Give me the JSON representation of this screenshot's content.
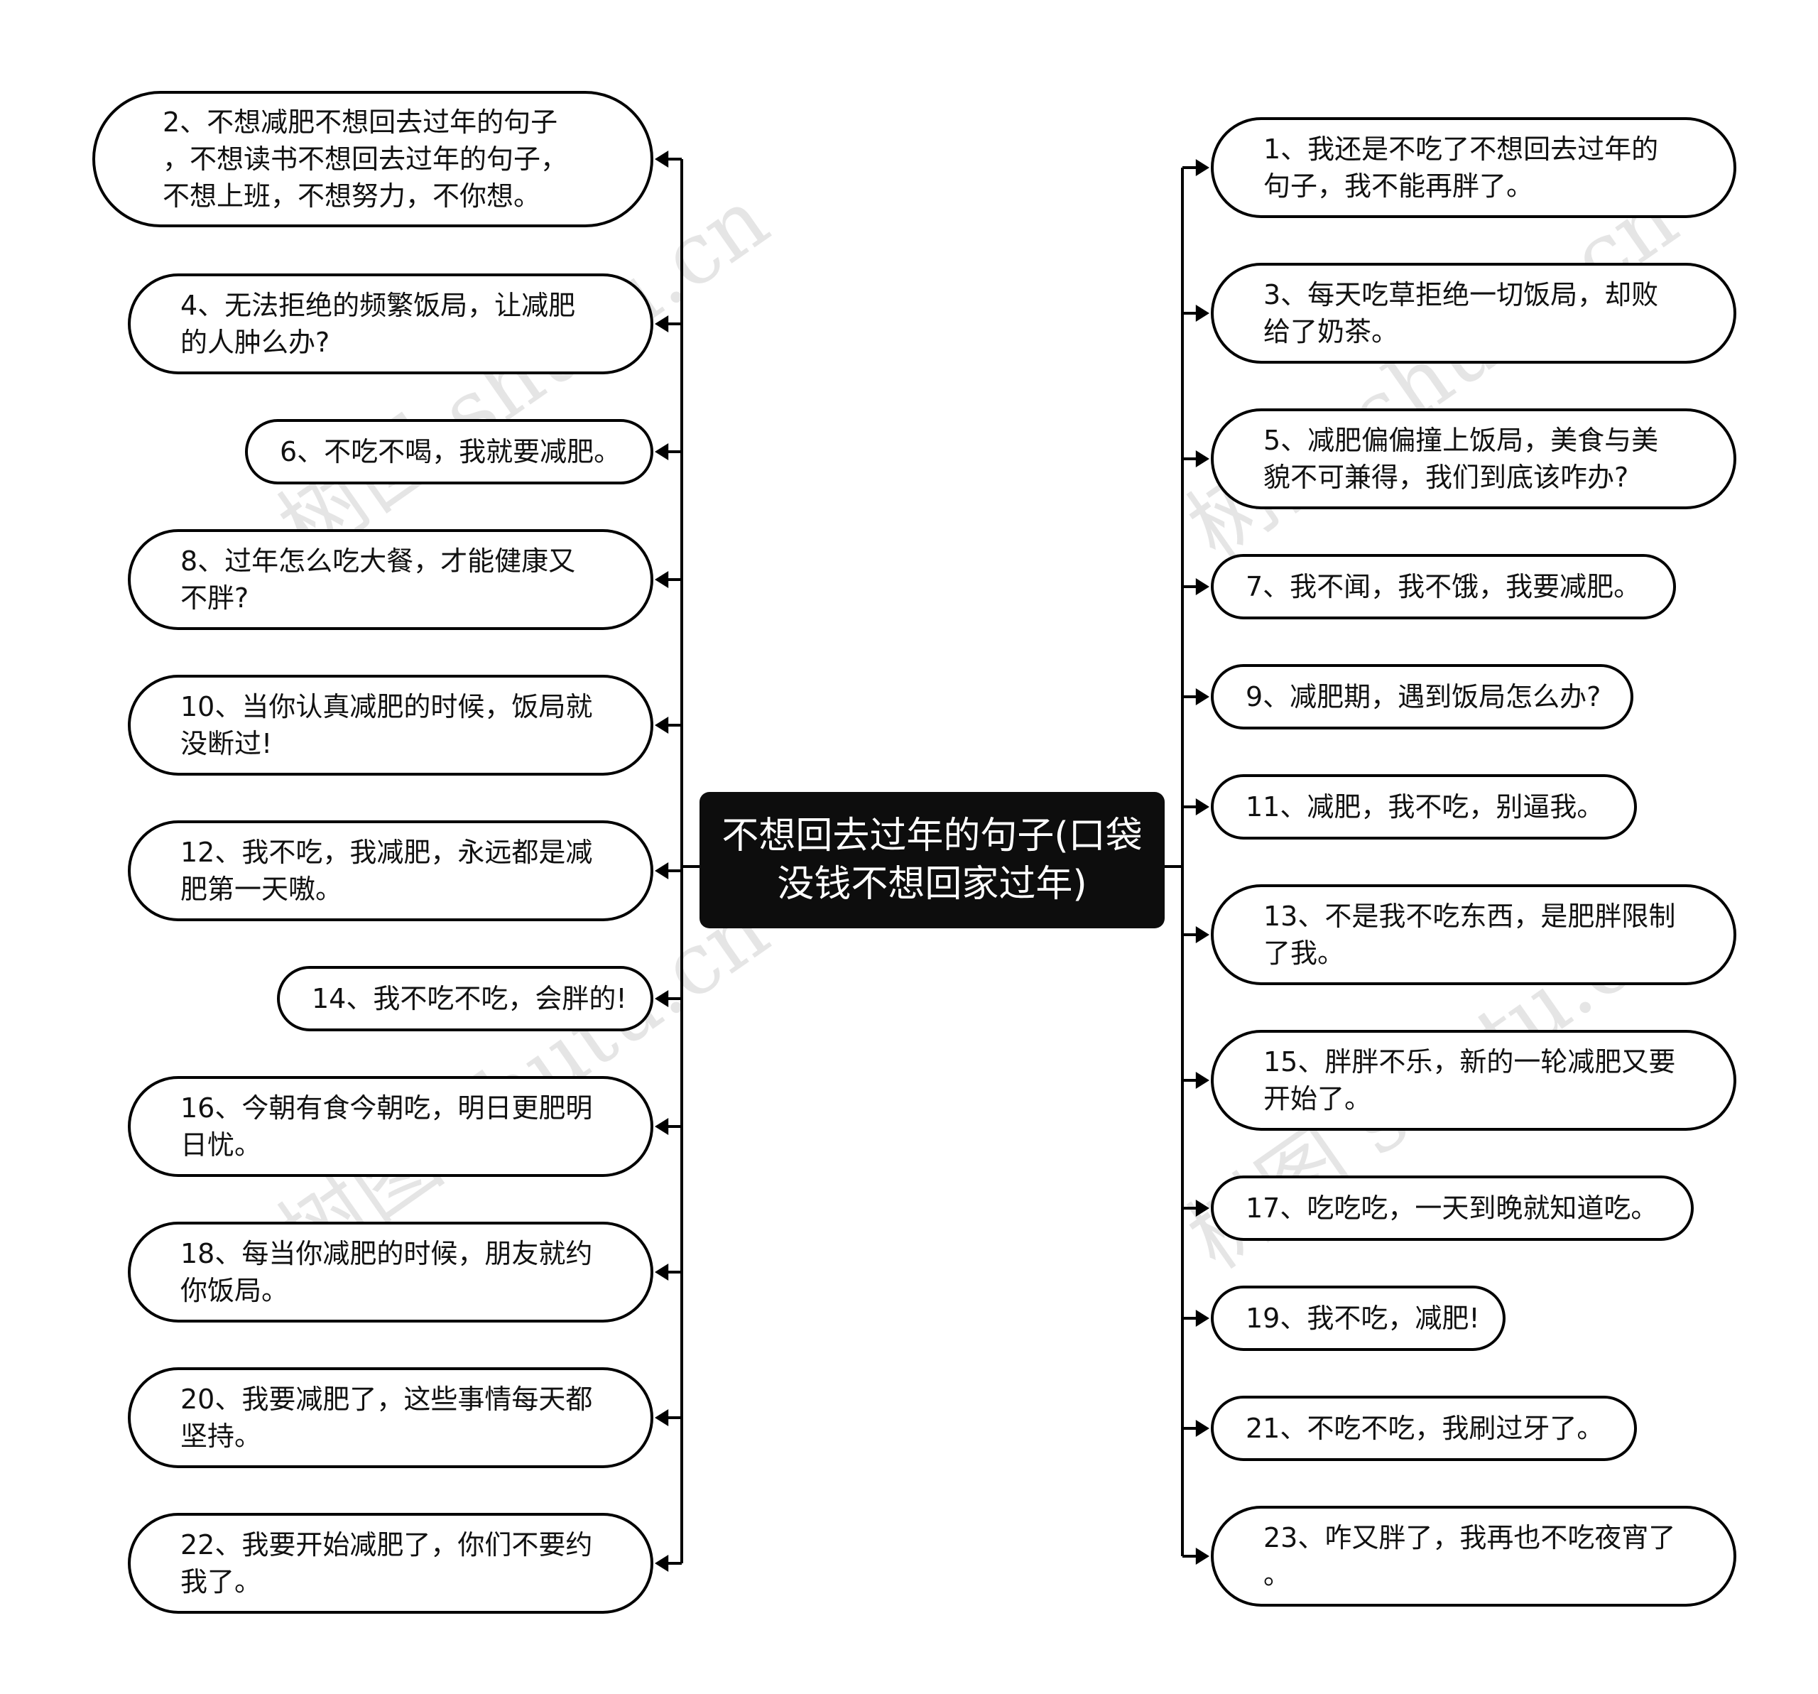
{
  "center": {
    "text": "不想回去过年的句子(口袋\n没钱不想回家过年)"
  },
  "left_nodes": [
    "2、不想减肥不想回去过年的句子\n，不想读书不想回去过年的句子，\n不想上班，不想努力，不你想。",
    "4、无法拒绝的频繁饭局，让减肥\n的人肿么办?",
    "6、不吃不喝，我就要减肥。",
    "8、过年怎么吃大餐，才能健康又\n不胖?",
    "10、当你认真减肥的时候，饭局就\n没断过!",
    "12、我不吃，我减肥，永远都是减\n肥第一天嗷。",
    "14、我不吃不吃，会胖的!",
    "16、今朝有食今朝吃，明日更肥明\n日忧。",
    "18、每当你减肥的时候，朋友就约\n你饭局。",
    "20、我要减肥了，这些事情每天都\n坚持。",
    "22、我要开始减肥了，你们不要约\n我了。"
  ],
  "right_nodes": [
    "1、我还是不吃了不想回去过年的\n句子，我不能再胖了。",
    "3、每天吃草拒绝一切饭局，却败\n给了奶茶。",
    "5、减肥偏偏撞上饭局，美食与美\n貌不可兼得，我们到底该咋办?",
    "7、我不闻，我不饿，我要减肥。",
    "9、减肥期，遇到饭局怎么办?",
    "11、减肥，我不吃，别逼我。",
    "13、不是我不吃东西，是肥胖限制\n了我。",
    "15、胖胖不乐，新的一轮减肥又要\n开始了。",
    "17、吃吃吃，一天到晚就知道吃。",
    "19、我不吃，减肥!",
    "21、不吃不吃，我刷过牙了。",
    "23、咋又胖了，我再也不吃夜宵了\n。"
  ],
  "watermark": "树图 shutu.cn",
  "colors": {
    "line": "#000000",
    "center_bg": "#0d0d0d",
    "center_text": "#ffffff"
  }
}
